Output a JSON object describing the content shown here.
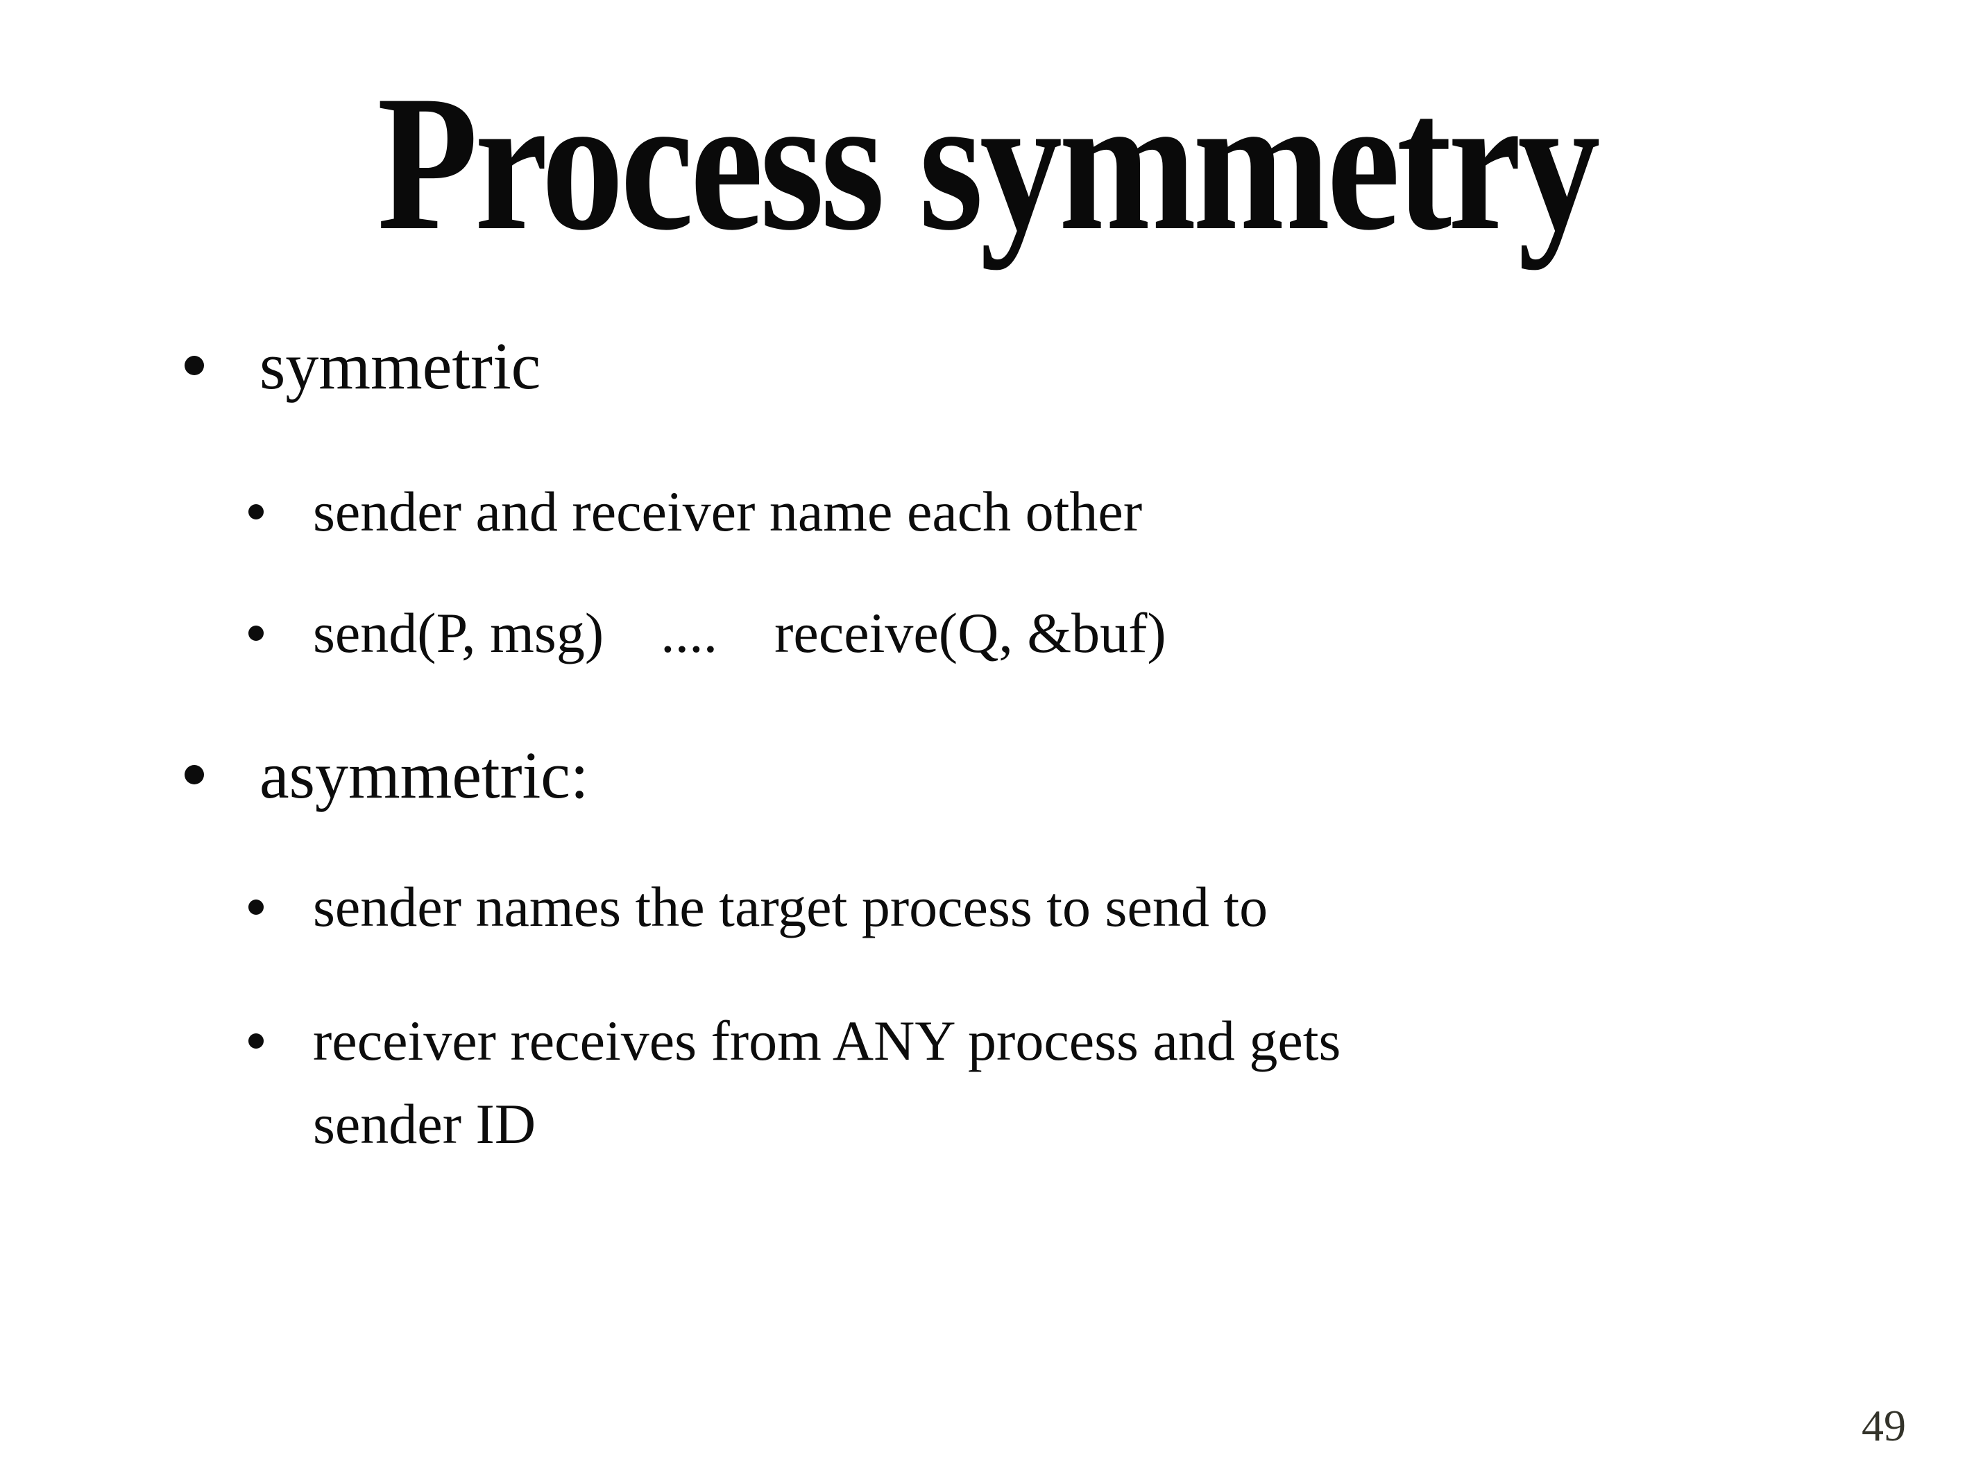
{
  "slide": {
    "title": "Process symmetry",
    "bullets": [
      {
        "level": 1,
        "text": "symmetric"
      },
      {
        "level": 2,
        "text": "sender and receiver name each other"
      },
      {
        "level": 2,
        "text": "send(P, msg)    ....    receive(Q, &buf)"
      },
      {
        "level": 1,
        "text": "asymmetric:"
      },
      {
        "level": 2,
        "text": "sender names the target process to send to"
      },
      {
        "level": 2,
        "text": "receiver receives from ANY process and gets\nsender ID"
      }
    ],
    "page_number": "49",
    "colors": {
      "background": "#ffffff",
      "text": "#0c0c0c",
      "page_number": "#33332a"
    }
  }
}
